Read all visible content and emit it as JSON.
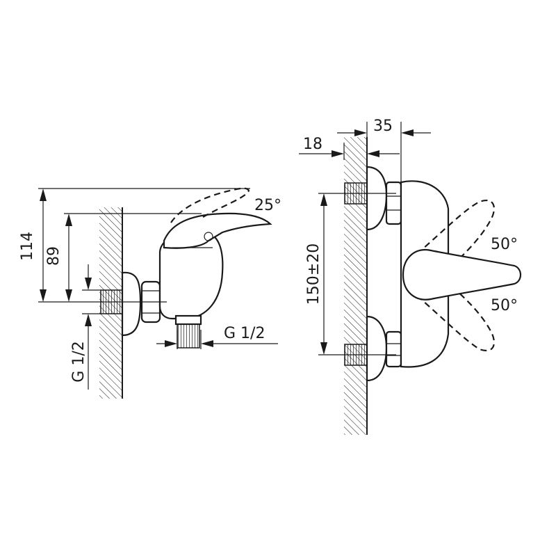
{
  "side_view": {
    "angle_label": "25°",
    "dim_total_height": "114",
    "dim_spout_height": "89",
    "thread_wall": "G 1/2",
    "thread_outlet": "G 1/2"
  },
  "front_view": {
    "dim_top_width": "35",
    "dim_wall_offset": "18",
    "dim_center_distance": "150±20",
    "angle_up": "50°",
    "angle_down": "50°"
  },
  "colors": {
    "line": "#1a1a1a",
    "background": "#ffffff"
  }
}
